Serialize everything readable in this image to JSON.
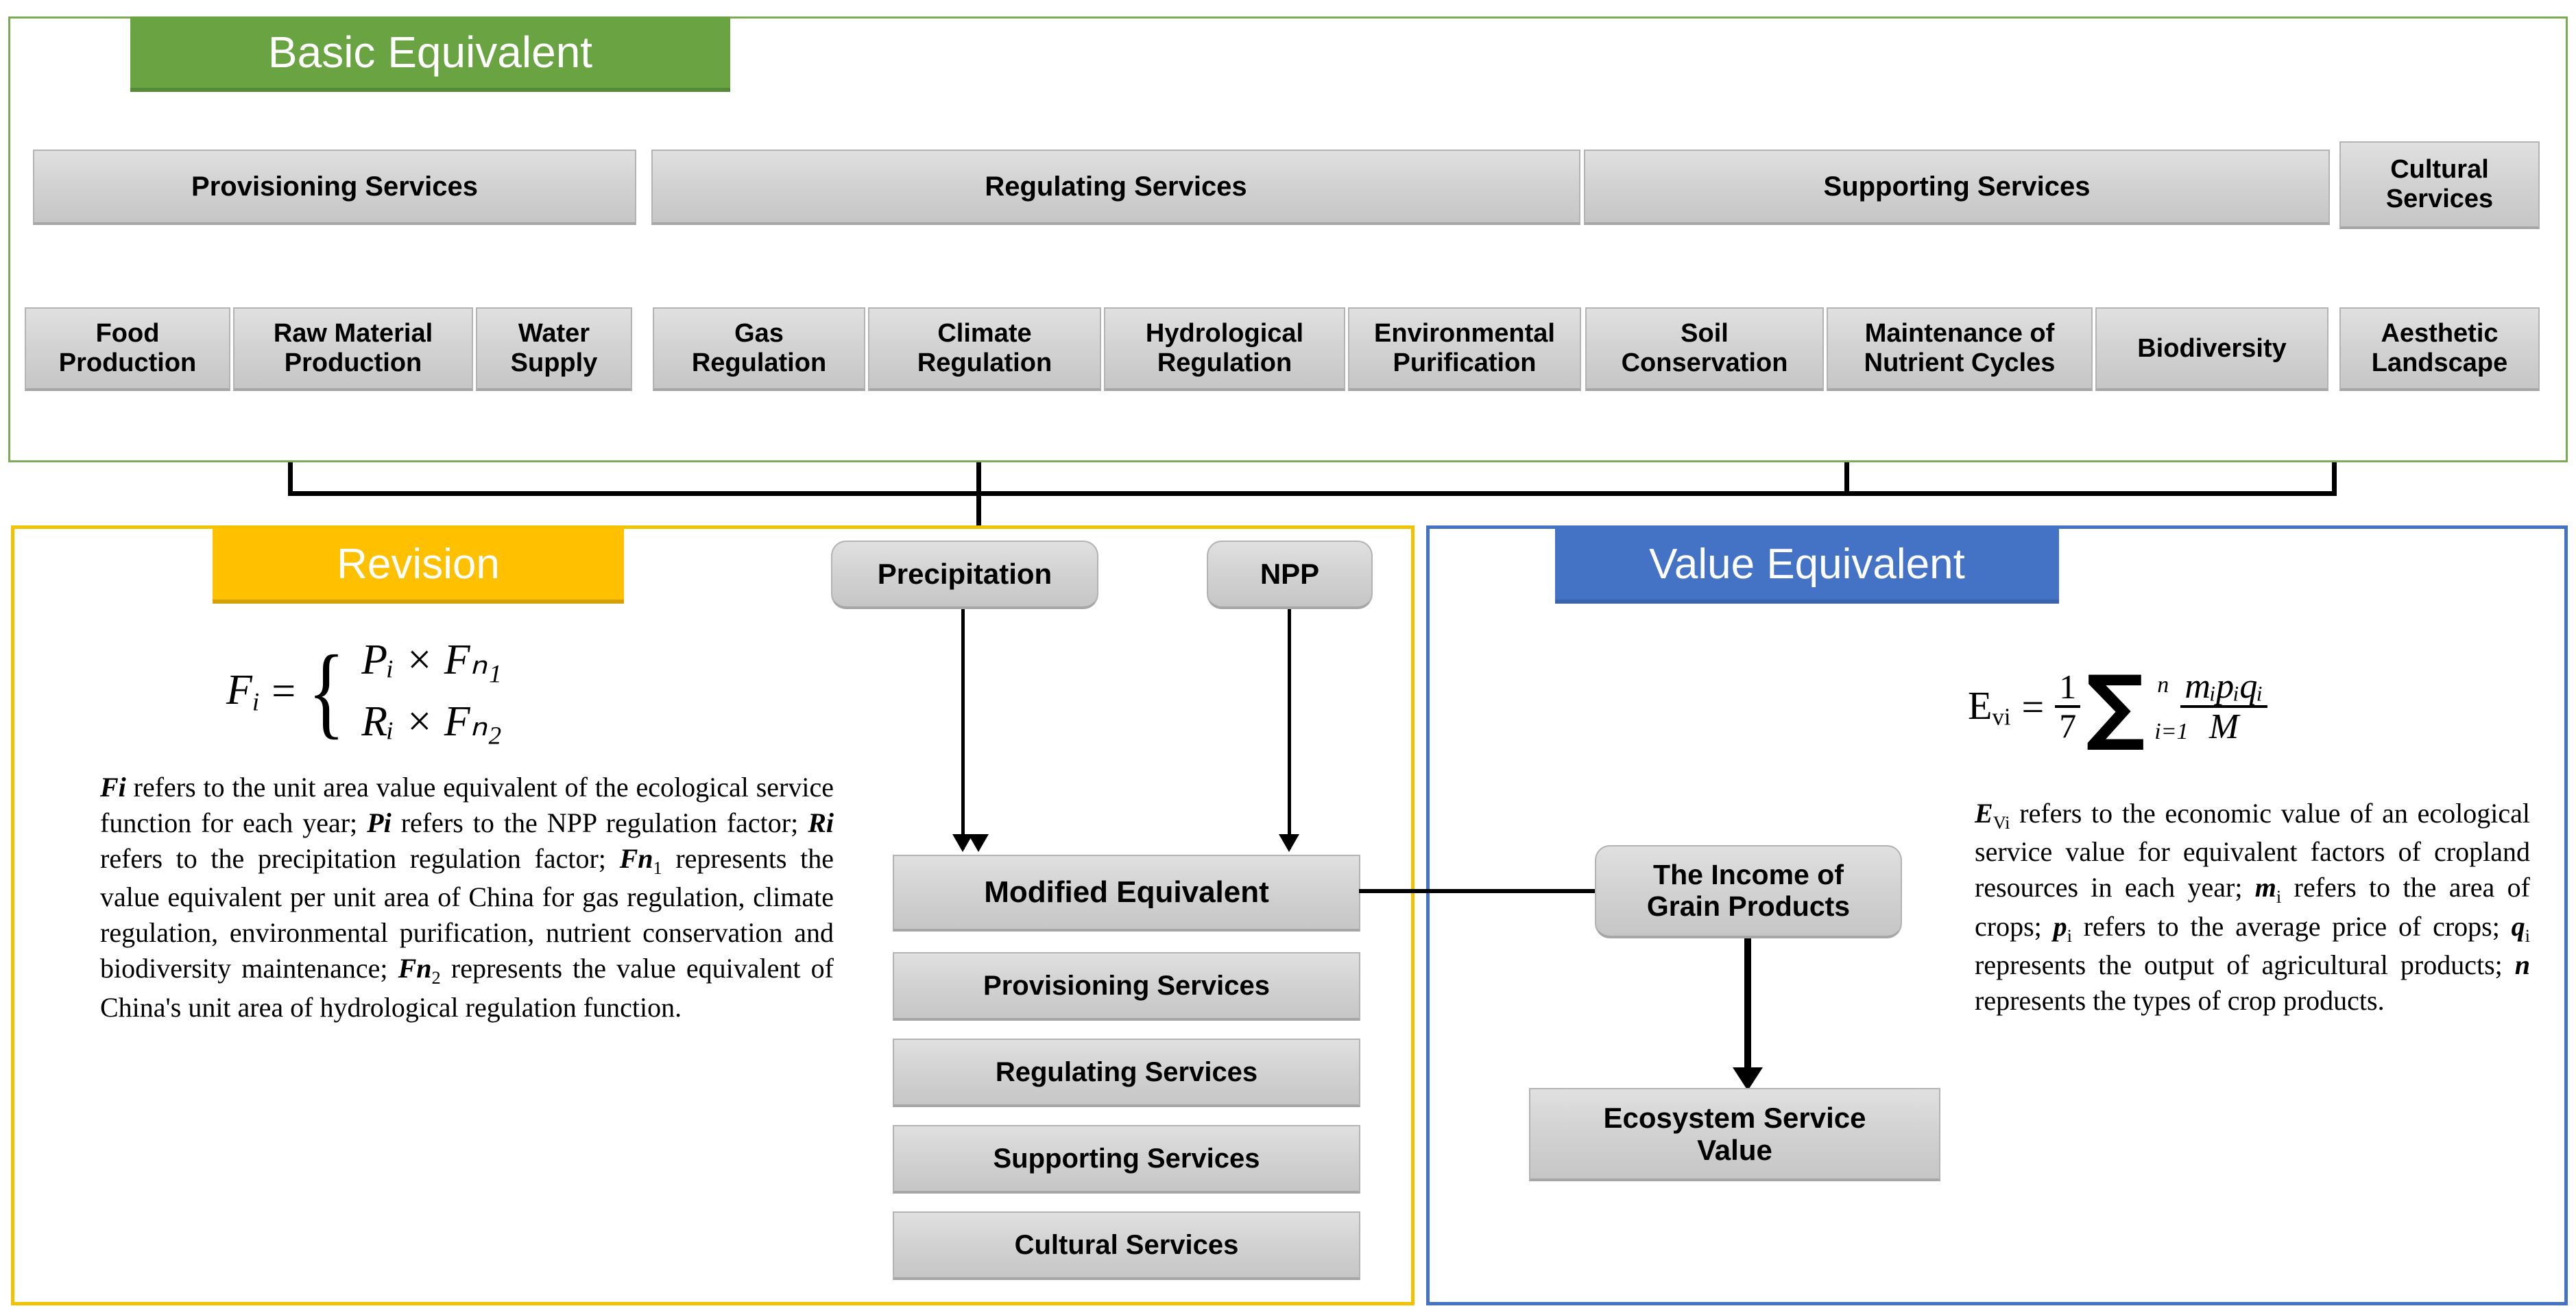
{
  "basic": {
    "title": "Basic Equivalent",
    "groups": [
      {
        "label": "Provisioning Services"
      },
      {
        "label": "Regulating Services"
      },
      {
        "label": "Supporting Services"
      },
      {
        "label": "Cultural\nServices"
      }
    ],
    "items": [
      {
        "label": "Food\nProduction"
      },
      {
        "label": "Raw Material\nProduction"
      },
      {
        "label": "Water\nSupply"
      },
      {
        "label": "Gas\nRegulation"
      },
      {
        "label": "Climate\nRegulation"
      },
      {
        "label": "Hydrological\nRegulation"
      },
      {
        "label": "Environmental\nPurification"
      },
      {
        "label": "Soil\nConservation"
      },
      {
        "label": "Maintenance of\nNutrient Cycles"
      },
      {
        "label": "Biodiversity"
      },
      {
        "label": "Aesthetic\nLandscape"
      }
    ]
  },
  "revision": {
    "title": "Revision",
    "equation": {
      "lhs": "F",
      "lhs_sub": "i",
      "eq": "=",
      "case1": "Pᵢ × Fₙ₁",
      "case2": "Rᵢ × Fₙ₂"
    },
    "description_html": "<b>Fi</b> refers to the unit area value equivalent of the ecological service function for each year; <b>Pi</b> refers to the NPP regulation factor; <b>Ri</b> refers to the precipitation regulation factor; <b>Fn</b><sub>1</sub> represents the value equivalent per unit area of China for gas regulation, climate regulation, environmental purification, nutrient conservation and biodiversity maintenance; <b>Fn</b><sub>2</sub> represents the value equivalent of China's unit area of hydrological regulation function."
  },
  "middle": {
    "inputs": [
      {
        "label": "Precipitation"
      },
      {
        "label": "NPP"
      }
    ],
    "modified": "Modified Equivalent",
    "services": [
      {
        "label": "Provisioning Services"
      },
      {
        "label": "Regulating Services"
      },
      {
        "label": "Supporting Services"
      },
      {
        "label": "Cultural Services"
      }
    ]
  },
  "value": {
    "title": "Value Equivalent",
    "equation": {
      "lhs": "E",
      "lhs_sub": "vi",
      "eq": "=",
      "coef_num": "1",
      "coef_den": "7",
      "sum_upper": "n",
      "sum_lower": "i=1",
      "frac_num": "mᵢpᵢqᵢ",
      "frac_den": "M"
    },
    "nodes": [
      {
        "label": "The Income of\nGrain Products"
      },
      {
        "label": "Ecosystem Service\nValue"
      }
    ],
    "description_html": "<b>E</b><sub>Vi</sub> refers to the economic value of an ecological service value for equivalent factors of cropland resources in each year; <b>m</b><sub>i</sub> refers to the area of crops; <b>p</b><sub>i</sub> refers to the average price of crops; <b>q</b><sub>i</sub> represents the output of agricultural products; <b>n</b> represents the types of crop products."
  },
  "colors": {
    "green": "#6aa442",
    "yellow": "#ffc000",
    "blue": "#4472c4",
    "chip": "#d3d3d3",
    "panel_green_border": "#7aab55",
    "panel_yellow_border": "#f2c200",
    "panel_blue_border": "#4472c4"
  }
}
